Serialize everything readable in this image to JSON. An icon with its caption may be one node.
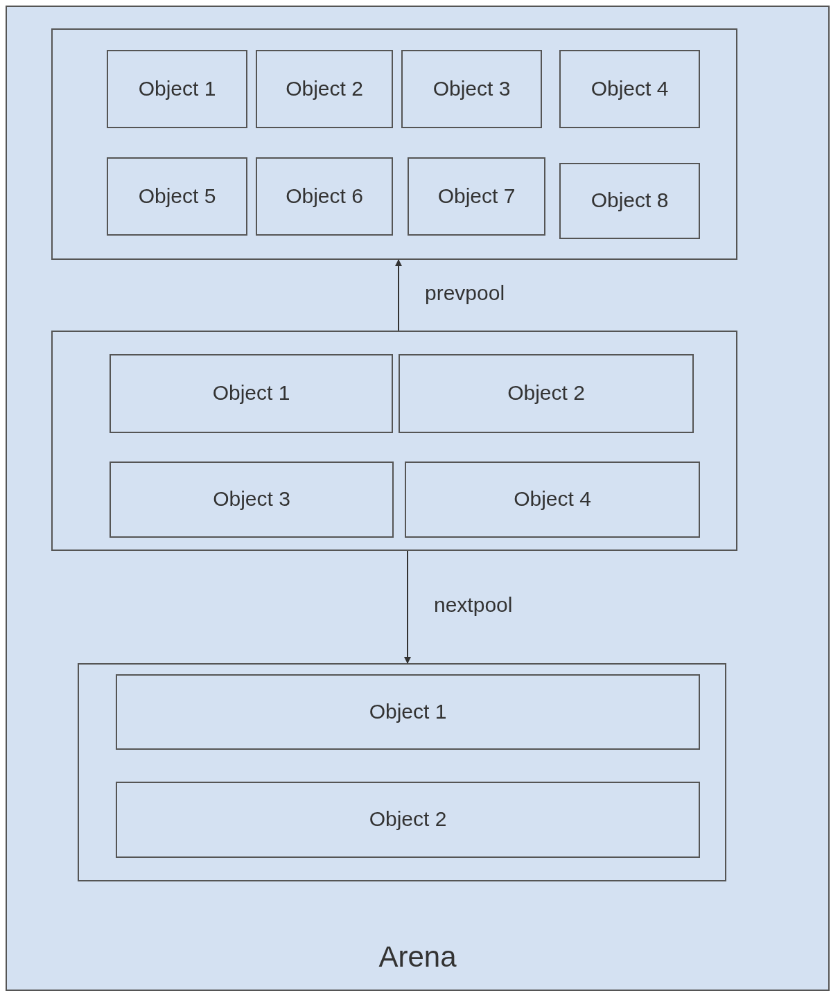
{
  "diagram": {
    "nodes": [
      {
        "text": [
          "Arena"
        ]
      },
      {
        "text": [],
        "shape": "box",
        "in": 0
      },
      {
        "text": [
          "Object 1"
        ],
        "in": 1
      },
      {
        "text": [
          "Object 2"
        ],
        "in": 1
      },
      {
        "text": [
          "Object 3"
        ],
        "in": 1
      },
      {
        "text": [
          "Object 4"
        ],
        "in": 1
      },
      {
        "text": [
          "Object 5"
        ],
        "in": 1
      },
      {
        "text": [
          "Object 6"
        ],
        "in": 1
      },
      {
        "text": [
          "Object 7"
        ],
        "in": 1
      },
      {
        "text": [
          "Object 8"
        ],
        "in": 1
      },
      {
        "text": [],
        "shape": "box",
        "in": 0
      },
      {
        "text": [
          "Object 1"
        ],
        "in": 10
      },
      {
        "text": [
          "Object 2"
        ],
        "in": 10
      },
      {
        "text": [
          "Object 3"
        ],
        "in": 10
      },
      {
        "text": [
          "Object 4"
        ],
        "in": 10
      },
      {
        "text": [],
        "shape": "box",
        "in": 0
      },
      {
        "text": [
          "Object 1"
        ],
        "in": 15
      },
      {
        "text": [
          "Object 2"
        ],
        "in": 15
      }
    ],
    "edges": [
      {
        "from": 10,
        "to": 1,
        "arrow": "to",
        "label": "prevpool"
      },
      {
        "from": 10,
        "to": 15,
        "arrow": "to",
        "label": "nextpool"
      }
    ]
  }
}
